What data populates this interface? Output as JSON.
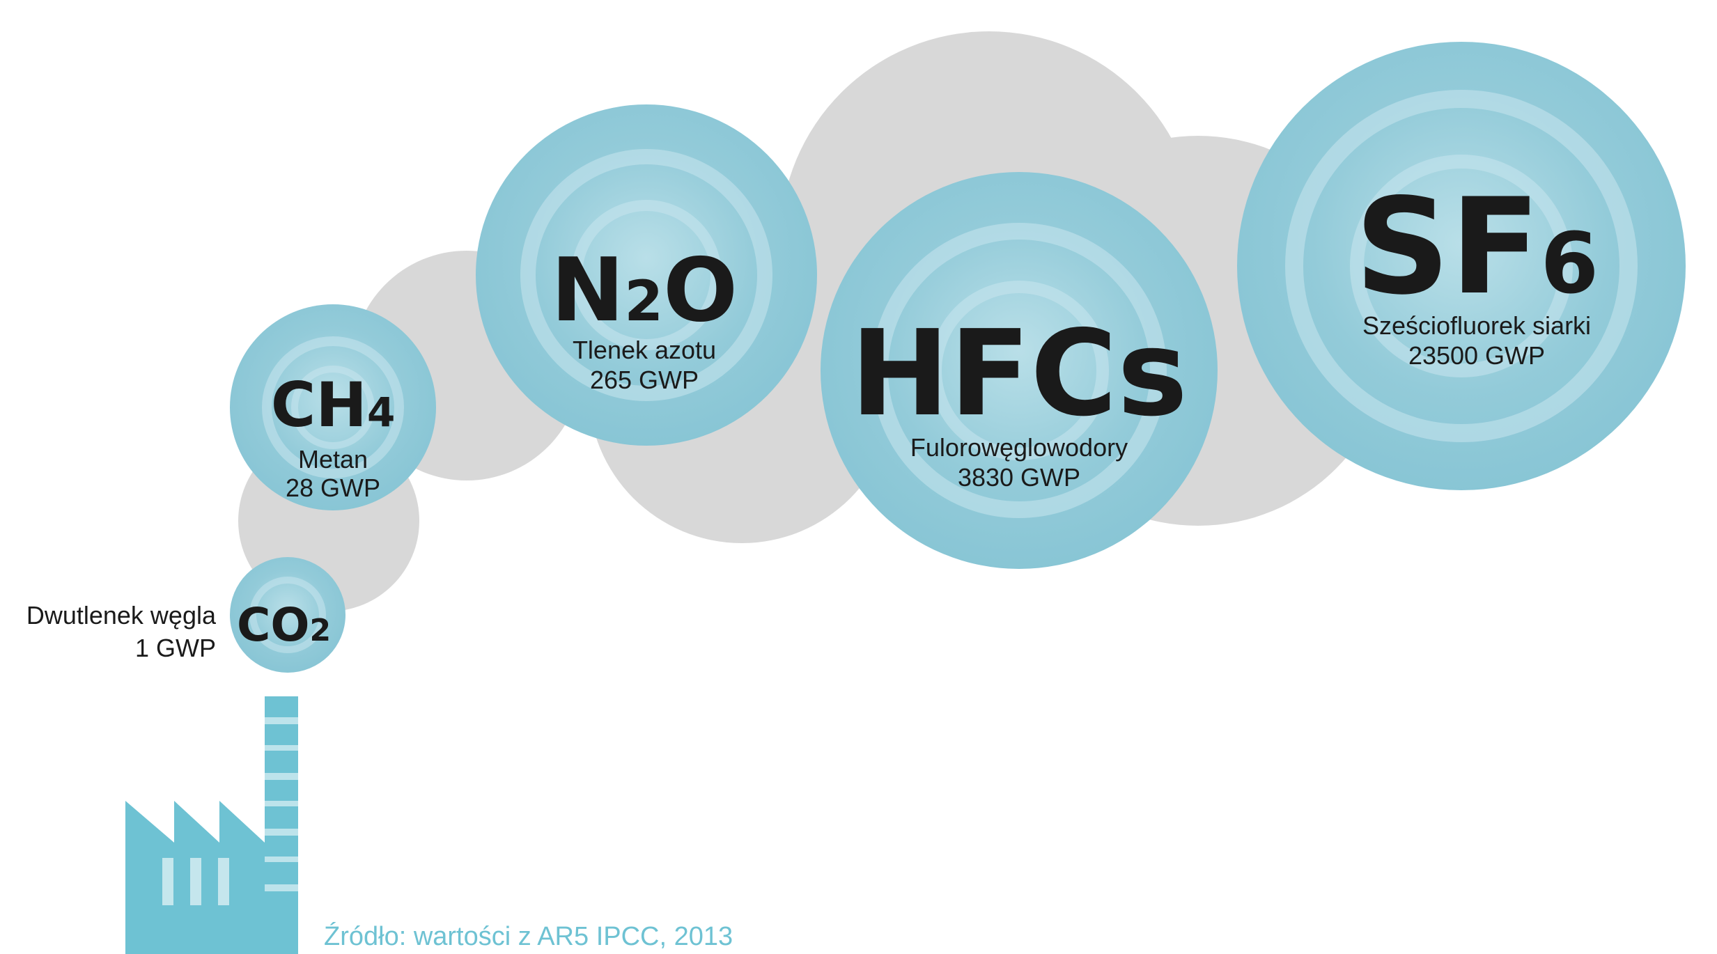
{
  "colors": {
    "cloud": "#d8d8d8",
    "gas_circle": "#8fcad8",
    "gas_circle_light": "#b6dde6",
    "factory": "#6ec2d3",
    "text": "#1a1a1a",
    "source": "#6ec2d3"
  },
  "gases": [
    {
      "id": "co2",
      "formula": "CO",
      "sub": "2",
      "name": "Dwutlenek węgla",
      "gwp": "1 GWP"
    },
    {
      "id": "ch4",
      "formula": "CH",
      "sub": "4",
      "name": "Metan",
      "gwp": "28 GWP"
    },
    {
      "id": "n2o",
      "formula_pre": "N",
      "sub": "2",
      "formula_post": "O",
      "name": "Tlenek azotu",
      "gwp": "265 GWP"
    },
    {
      "id": "hfc",
      "formula": "HFCs",
      "name": "Fulorowęglowodory",
      "gwp": "3830 GWP"
    },
    {
      "id": "sf6",
      "formula": "SF",
      "sub": "6",
      "name": "Sześciofluorek siarki",
      "gwp": "23500 GWP"
    }
  ],
  "source": "Źródło: wartości z AR5 IPCC, 2013",
  "icons": {
    "factory": "factory-icon"
  }
}
